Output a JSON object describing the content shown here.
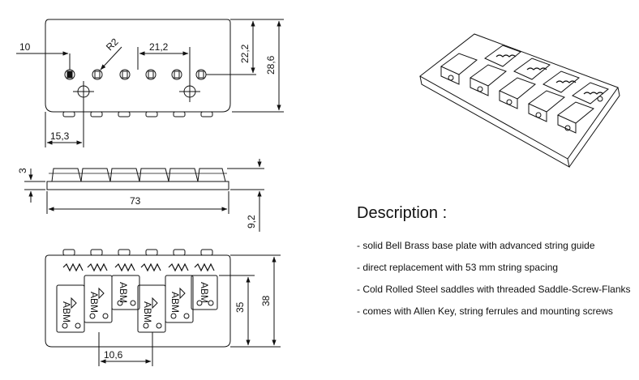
{
  "top_view": {
    "dim_hole_offset": "10",
    "dim_radius": "R2",
    "dim_spacing": "21,2",
    "dim_height_inner": "22,2",
    "dim_height_outer": "28,6",
    "dim_bottom": "15,3"
  },
  "side_view": {
    "dim_thickness": "3",
    "dim_width": "73",
    "dim_height": "9,2"
  },
  "bottom_view": {
    "dim_inner": "35",
    "dim_outer": "38",
    "dim_saddle": "10,6",
    "saddle_stamp": "ABM"
  },
  "description": {
    "title": "Description :",
    "items": [
      "- solid Bell Brass base plate with advanced string guide",
      "- direct replacement with 53 mm string spacing",
      "- Cold Rolled Steel saddles with threaded Saddle-Screw-Flanks",
      "- comes with Allen Key, string ferrules and mounting screws"
    ]
  }
}
